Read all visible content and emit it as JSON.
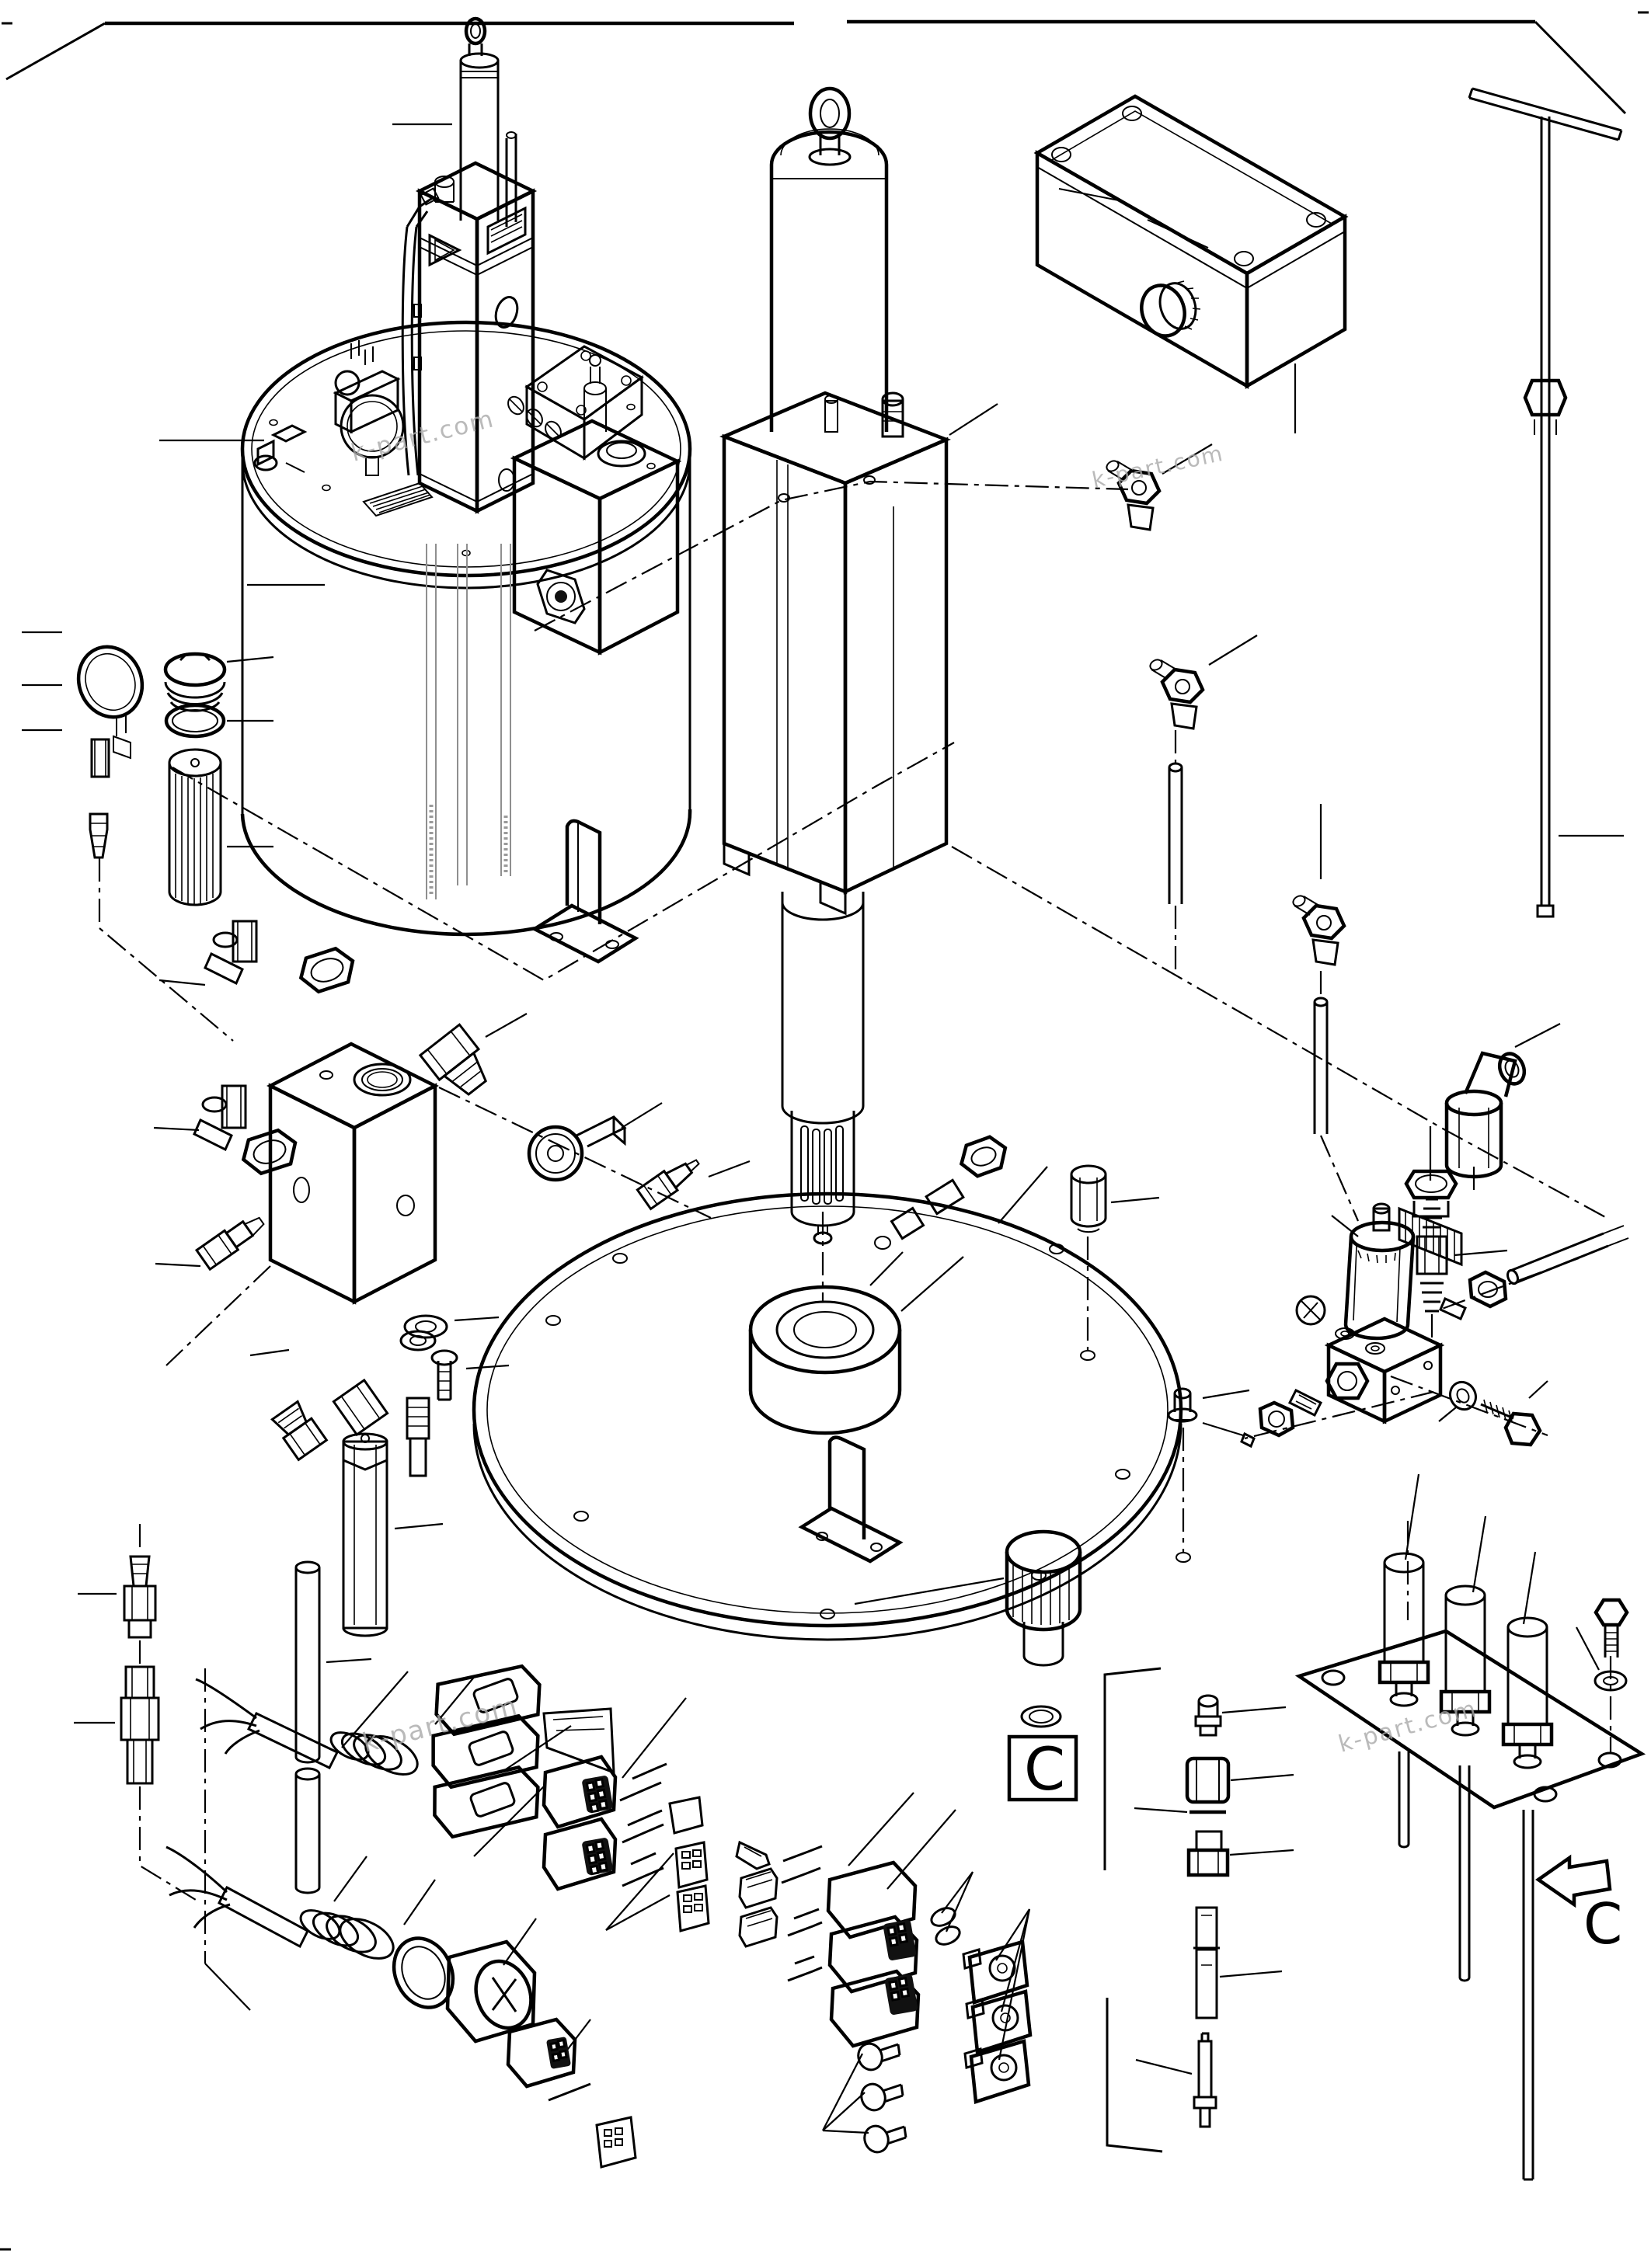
{
  "page": {
    "background": "#ffffff",
    "ink": "#000000",
    "watermark_color": "#a9a9a9",
    "type": "exploded-parts-diagram"
  },
  "labels": {
    "detail_box": "C",
    "view_arrow": "C"
  },
  "watermarks": [
    {
      "text": "k-part.com"
    },
    {
      "text": "k-part.com"
    },
    {
      "text": "k-part.com"
    },
    {
      "text": "k-part.com"
    }
  ]
}
